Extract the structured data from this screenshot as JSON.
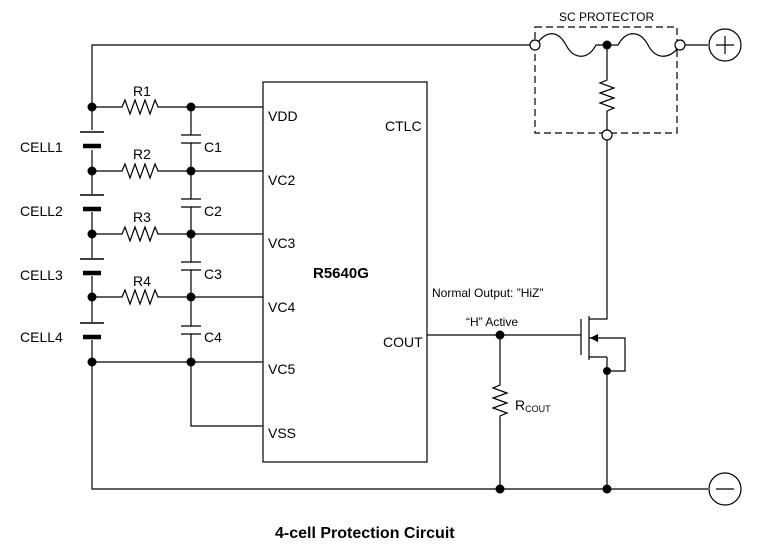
{
  "title": "4-cell Protection Circuit",
  "ic": {
    "name": "R5640G",
    "pins": {
      "vdd": "VDD",
      "vc2": "VC2",
      "vc3": "VC3",
      "vc4": "VC4",
      "vc5": "VC5",
      "vss": "VSS",
      "ctlc": "CTLC",
      "cout": "COUT"
    }
  },
  "cells": [
    "CELL1",
    "CELL2",
    "CELL3",
    "CELL4"
  ],
  "resistors": [
    "R1",
    "R2",
    "R3",
    "R4"
  ],
  "capacitors": [
    "C1",
    "C2",
    "C3",
    "C4"
  ],
  "sc_protector": {
    "label": "SC PROTECTOR"
  },
  "terminals": {
    "positive": "+",
    "negative": "−"
  },
  "output": {
    "normal": "Normal Output: ”HiZ”",
    "active": "“H” Active"
  },
  "rcout": {
    "main": "R",
    "sub": "COUT"
  }
}
